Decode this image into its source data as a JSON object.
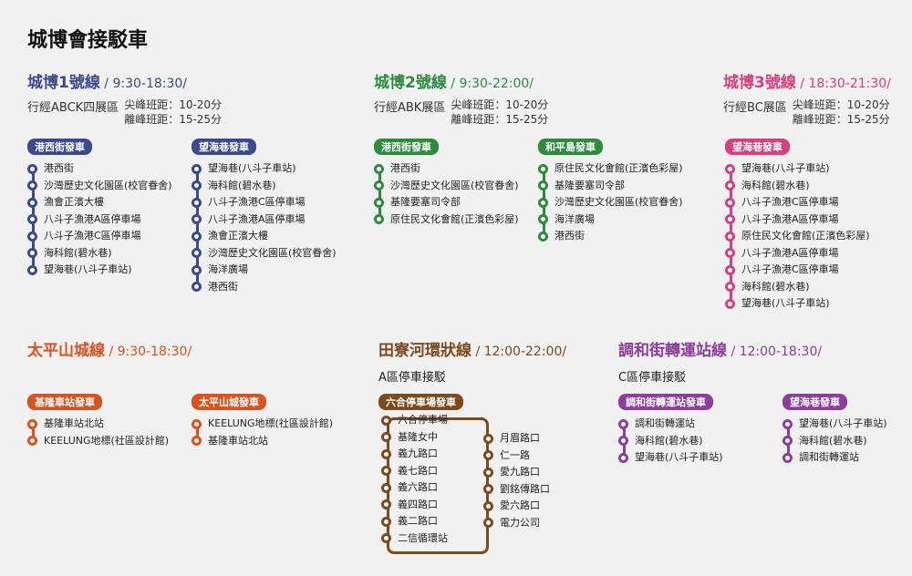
{
  "title": "城博會接駁車",
  "lines": {
    "l1": {
      "name": "城博1號線",
      "time": " / 9:30-18:30/",
      "via": "行經ABCK四展區",
      "peak1": "尖峰班距：10-20分",
      "peak2": "離峰班距：15-25分",
      "r1": {
        "badge": "港西街發車",
        "stops": [
          "港西街",
          "沙灣歷史文化園區(校官眷舍)",
          "漁會正濱大樓",
          "八斗子漁港A區停車場",
          "八斗子漁港C區停車場",
          "海科館(碧水巷)",
          "望海巷(八斗子車站)"
        ]
      },
      "r2": {
        "badge": "望海巷發車",
        "stops": [
          "望海巷(八斗子車站)",
          "海科館(碧水巷)",
          "八斗子漁港C區停車場",
          "八斗子漁港A區停車場",
          "漁會正濱大樓",
          "沙灣歷史文化園區(校官眷舍)",
          "海洋廣場",
          "港西街"
        ]
      }
    },
    "l2": {
      "name": "城博2號線",
      "time": " / 9:30-22:00/",
      "via": "行經ABK展區",
      "peak1": "尖峰班距：10-20分",
      "peak2": "離峰班距：15-25分",
      "r1": {
        "badge": "港西街發車",
        "stops": [
          "港西街",
          "沙灣歷史文化園區(校官眷舍)",
          "基隆要塞司令部",
          "原住民文化會館(正濱色彩屋)"
        ]
      },
      "r2": {
        "badge": "和平島發車",
        "stops": [
          "原住民文化會館(正濱色彩屋)",
          "基隆要塞司令部",
          "沙灣歷史文化園區(校官眷舍)",
          "海洋廣場",
          "港西街"
        ]
      }
    },
    "l3": {
      "name": "城博3號線",
      "time": " / 18:30-21:30/",
      "via": "行經BC展區",
      "peak1": "尖峰班距：10-20分",
      "peak2": "離峰班距：15-25分",
      "r1": {
        "badge": "望海巷發車",
        "stops": [
          "望海巷(八斗子車站)",
          "海科館(碧水巷)",
          "八斗子漁港C區停車場",
          "八斗子漁港A區停車場",
          "原住民文化會館(正濱色彩屋)",
          "八斗子漁港A區停車場",
          "八斗子漁港C區停車場",
          "海科館(碧水巷)",
          "望海巷(八斗子車站)"
        ]
      }
    },
    "l4": {
      "name": "太平山城線",
      "time": " / 9:30-18:30/",
      "r1": {
        "badge": "基隆車站發車",
        "stops": [
          "基隆車站北站",
          "KEELUNG地標(社區設計館)"
        ]
      },
      "r2": {
        "badge": "太平山城發車",
        "stops": [
          "KEELUNG地標(社區設計館)",
          "基隆車站北站"
        ]
      }
    },
    "l5": {
      "name": "田寮河環狀線",
      "time": " / 12:00-22:00/",
      "sub": "A區停車接駁",
      "r1": {
        "badge": "六合停車場發車",
        "left": [
          "六合停車場",
          "基隆女中",
          "義九路口",
          "義七路口",
          "義六路口",
          "義四路口",
          "義二路口",
          "二信循環站"
        ],
        "right": [
          "月眉路口",
          "仁一路",
          "愛九路口",
          "劉銘傳路口",
          "愛六路口",
          "電力公司"
        ]
      }
    },
    "l6": {
      "name": "調和街轉運站線",
      "time": " / 12:00-18:30/",
      "sub": "C區停車接駁",
      "r1": {
        "badge": "調和街轉運站發車",
        "stops": [
          "調和街轉運站",
          "海科館(碧水巷)",
          "望海巷(八斗子車站)"
        ]
      },
      "r2": {
        "badge": "望海巷發車",
        "stops": [
          "望海巷(八斗子車站)",
          "海科館(碧水巷)",
          "調和街轉運站"
        ]
      }
    }
  },
  "colors": {
    "l1": "#3a4a8c",
    "l2": "#2e8b3e",
    "l3": "#d6407e",
    "l4": "#d9531e",
    "l5": "#7b4a1e",
    "l6": "#8a3f98"
  }
}
